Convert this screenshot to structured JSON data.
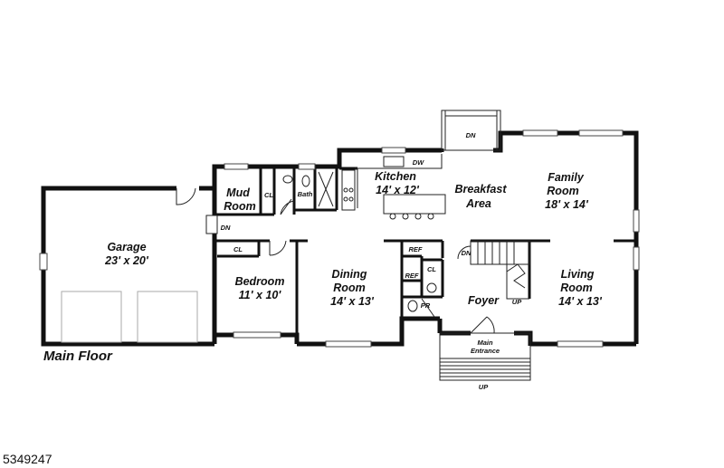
{
  "plan": {
    "title": "Main Floor",
    "listing_number": "5349247",
    "rooms": {
      "garage": {
        "name": "Garage",
        "size": "23' x 20'"
      },
      "mud_room": {
        "line1": "Mud",
        "line2": "Room"
      },
      "bath": {
        "name": "Bath"
      },
      "kitchen": {
        "name": "Kitchen",
        "size": "14' x 12'"
      },
      "breakfast": {
        "line1": "Breakfast",
        "line2": "Area"
      },
      "family": {
        "line1": "Family",
        "line2": "Room",
        "size": "18' x 14'"
      },
      "bedroom": {
        "name": "Bedroom",
        "size": "11' x 10'"
      },
      "dining": {
        "line1": "Dining",
        "line2": "Room",
        "size": "14' x 13'"
      },
      "foyer": {
        "name": "Foyer"
      },
      "living": {
        "line1": "Living",
        "line2": "Room",
        "size": "14' x 13'"
      }
    },
    "labels": {
      "cl_mud": "CL",
      "cl_bedroom": "CL",
      "cl_foyer": "CL",
      "dn_garage": "DN",
      "dn_deck": "DN",
      "dn_stair": "DN",
      "up_stair": "UP",
      "up_entry": "UP",
      "dw": "DW",
      "ref_top": "REF",
      "ref_side": "REF",
      "pr": "PR",
      "main_entrance_1": "Main",
      "main_entrance_2": "Entrance"
    }
  }
}
